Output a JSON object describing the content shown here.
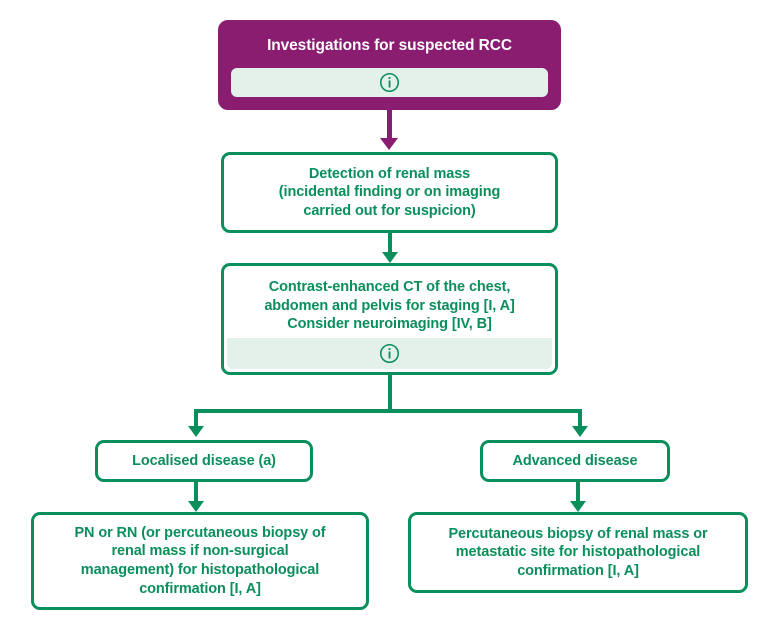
{
  "diagram": {
    "title": "Investigations for suspected RCC",
    "accent_purple": "#8a1d70",
    "accent_green": "#0a8f5c",
    "info_strip_bg": "#e4f0ea",
    "nodes": {
      "header": {
        "label": "Investigations for suspected RCC",
        "info_icon": "info-circle-icon"
      },
      "detection": {
        "label": "Detection of renal mass\n(incidental finding or on imaging\ncarried out for suspicion)"
      },
      "staging": {
        "label": "Contrast-enhanced CT of the chest,\nabdomen and pelvis for staging [I, A]\nConsider neuroimaging [IV, B]",
        "info_icon": "info-circle-icon"
      },
      "localised": {
        "label": "Localised disease (a)"
      },
      "advanced": {
        "label": "Advanced disease"
      },
      "localised_treatment": {
        "label": "PN or RN (or percutaneous biopsy of\nrenal mass if non-surgical\nmanagement) for histopathological\nconfirmation [I, A]"
      },
      "advanced_treatment": {
        "label": "Percutaneous biopsy of renal mass or\nmetastatic site for histopathological\nconfirmation [I, A]"
      }
    }
  }
}
